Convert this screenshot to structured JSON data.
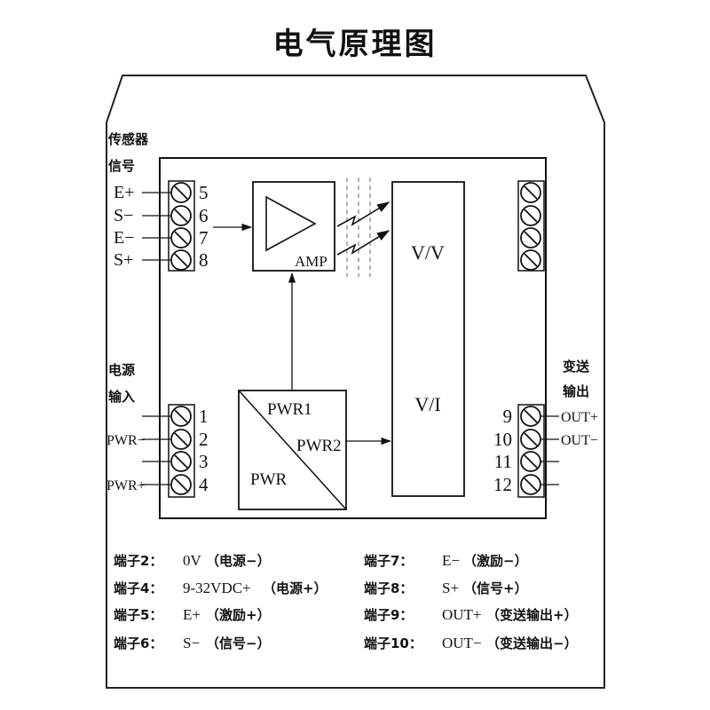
{
  "title": "电气原理图",
  "left_top_group": {
    "label_line1": "传感器",
    "label_line2": "信号",
    "terminals": [
      {
        "label": "E+",
        "num": "5"
      },
      {
        "label": "S−",
        "num": "6"
      },
      {
        "label": "E−",
        "num": "7"
      },
      {
        "label": "S+",
        "num": "8"
      }
    ]
  },
  "left_bottom_group": {
    "label_line1": "电源",
    "label_line2": "输入",
    "terminals": [
      {
        "label": "",
        "num": "1"
      },
      {
        "label": "PWR−",
        "num": "2"
      },
      {
        "label": "",
        "num": "3"
      },
      {
        "label": "PWR+",
        "num": "4"
      }
    ]
  },
  "right_bottom_group": {
    "label_line1": "变送",
    "label_line2": "输出",
    "terminals": [
      {
        "num": "9",
        "label": "OUT+"
      },
      {
        "num": "10",
        "label": "OUT−"
      },
      {
        "num": "11",
        "label": ""
      },
      {
        "num": "12",
        "label": ""
      }
    ]
  },
  "blocks": {
    "amp_label": "AMP",
    "vv_label": "V/V",
    "vi_label": "V/I",
    "pwr1_label": "PWR1",
    "pwr2_label": "PWR2",
    "pwr_label": "PWR"
  },
  "legend": {
    "left": [
      {
        "term": "端子2：",
        "value": "0V",
        "desc": "（电源−）"
      },
      {
        "term": "端子4：",
        "value": "9-32VDC+",
        "desc": "（电源+）"
      },
      {
        "term": "端子5：",
        "value": "E+",
        "desc": "（激励+）"
      },
      {
        "term": "端子6：",
        "value": "S−",
        "desc": "（信号−）"
      }
    ],
    "right": [
      {
        "term": "端子7：",
        "value": "E−",
        "desc": "（激励−）"
      },
      {
        "term": "端子8：",
        "value": "S+",
        "desc": "（信号+）"
      },
      {
        "term": "端子9：",
        "value": "OUT+",
        "desc": "（变送输出+）"
      },
      {
        "term": "端子10：",
        "value": "OUT−",
        "desc": "（变送输出−）"
      }
    ]
  }
}
